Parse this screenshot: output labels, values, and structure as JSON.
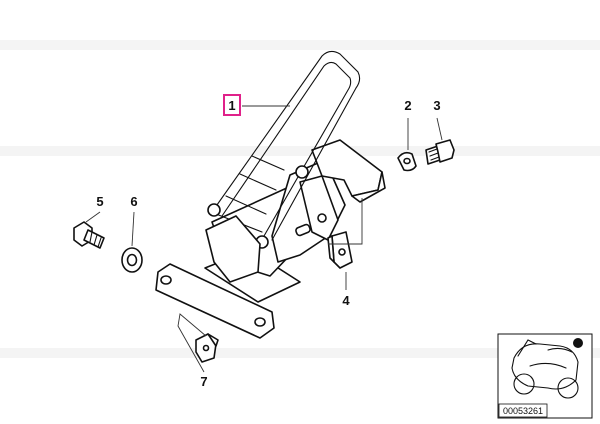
{
  "diagram": {
    "callouts": [
      {
        "id": "1",
        "label": "1",
        "highlighted": true
      },
      {
        "id": "2",
        "label": "2",
        "highlighted": false
      },
      {
        "id": "3",
        "label": "3",
        "highlighted": false
      },
      {
        "id": "4",
        "label": "4",
        "highlighted": false
      },
      {
        "id": "5",
        "label": "5",
        "highlighted": false
      },
      {
        "id": "6",
        "label": "6",
        "highlighted": false
      },
      {
        "id": "7",
        "label": "7",
        "highlighted": false
      }
    ],
    "reference_code": "00053261"
  },
  "colors": {
    "highlight": "#e0218a",
    "line": "#111111",
    "background": "#ffffff",
    "motorcycle_marker": "#111111"
  },
  "icons": {
    "thumbnail": "motorcycle-icon",
    "marker": "location-dot-icon"
  }
}
